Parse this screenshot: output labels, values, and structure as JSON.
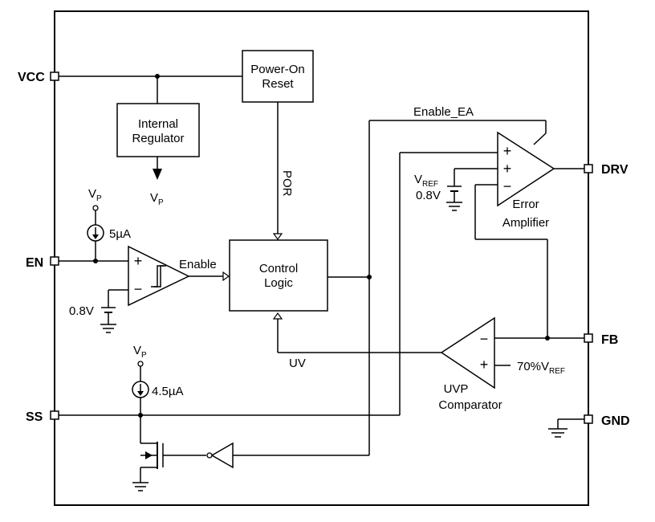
{
  "pins": {
    "vcc": "VCC",
    "en": "EN",
    "ss": "SS",
    "drv": "DRV",
    "fb": "FB",
    "gnd": "GND"
  },
  "blocks": {
    "por_line1": "Power-On",
    "por_line2": "Reset",
    "reg_line1": "Internal",
    "reg_line2": "Regulator",
    "logic_line1": "Control",
    "logic_line2": "Logic",
    "ea_line1": "Error",
    "ea_line2": "Amplifier",
    "uvp_line1": "UVP",
    "uvp_line2": "Comparator"
  },
  "signals": {
    "vp_main": "V",
    "vp_sub": "P",
    "enable": "Enable",
    "enable_ea": "Enable_EA",
    "por": "POR",
    "uv": "UV",
    "vref_main": "V",
    "vref_sub": "REF",
    "vref_value": "0.8V",
    "en_ref": "0.8V",
    "i_en": "5µA",
    "i_ss": "4.5µA",
    "uvp_ref_main": "70%V",
    "uvp_ref_sub": "REF",
    "plus": "+",
    "minus": "−"
  },
  "colors": {
    "line": "#000000",
    "background": "#ffffff"
  }
}
